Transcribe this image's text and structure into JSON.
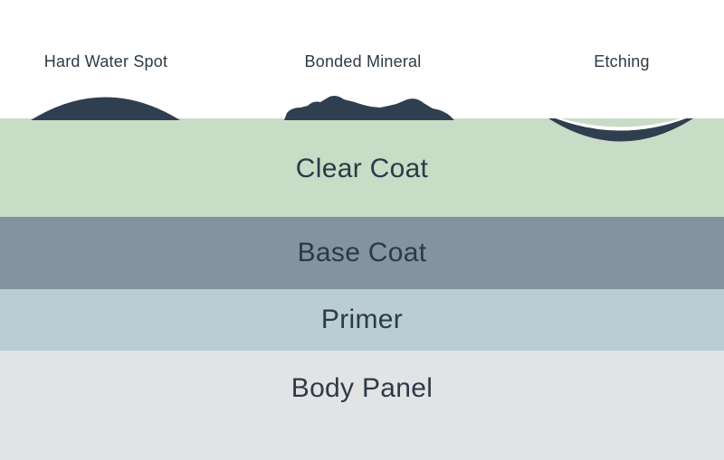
{
  "defects": {
    "hard_water_spot": "Hard Water Spot",
    "bonded_mineral": "Bonded Mineral",
    "etching": "Etching"
  },
  "layers": {
    "clear_coat": {
      "label": "Clear Coat",
      "color": "#c9dcc6"
    },
    "base_coat": {
      "label": "Base Coat",
      "color": "#84939d"
    },
    "primer": {
      "label": "Primer",
      "color": "#bacdd4"
    },
    "body_panel": {
      "label": "Body Panel",
      "color": "#e2e3e5"
    }
  },
  "colors": {
    "defect_fill": "#2f3f4f",
    "text": "#2c3a47"
  }
}
